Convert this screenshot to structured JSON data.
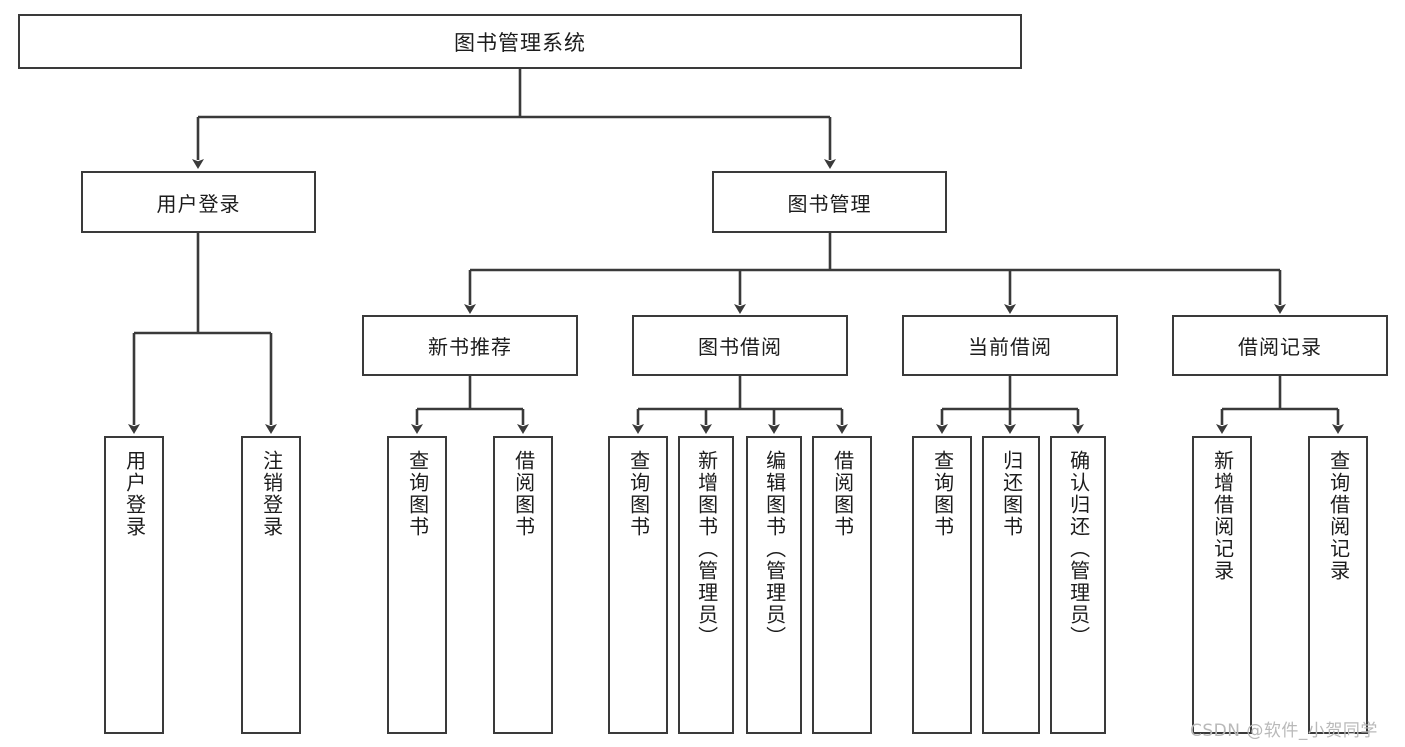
{
  "diagram": {
    "title": "图书管理系统",
    "type": "tree-hierarchy-chart",
    "watermark": "CSDN @软件_小贺同学",
    "colors": {
      "stroke": "#3a3a3a",
      "fill": "#ffffff",
      "text": "#1c1c1c",
      "watermark": "#b9b9b9"
    },
    "root": {
      "label": "图书管理系统"
    },
    "level2": [
      {
        "id": "user-login",
        "label": "用户登录"
      },
      {
        "id": "book-manage",
        "label": "图书管理"
      }
    ],
    "level3": [
      {
        "id": "new-book-rec",
        "label": "新书推荐"
      },
      {
        "id": "book-borrow",
        "label": "图书借阅"
      },
      {
        "id": "current-borrow",
        "label": "当前借阅"
      },
      {
        "id": "borrow-record",
        "label": "借阅记录"
      }
    ],
    "leaves": {
      "user-login": [
        {
          "id": "leaf-user-login",
          "label": "用户登录"
        },
        {
          "id": "leaf-logout-login",
          "label": "注销登录"
        }
      ],
      "new-book-rec": [
        {
          "id": "leaf-query-book-1",
          "label": "查询图书"
        },
        {
          "id": "leaf-borrow-book-1",
          "label": "借阅图书"
        }
      ],
      "book-borrow": [
        {
          "id": "leaf-query-book-2",
          "label": "查询图书"
        },
        {
          "id": "leaf-add-book",
          "label": "新增图书（管理员）"
        },
        {
          "id": "leaf-edit-book",
          "label": "编辑图书（管理员）"
        },
        {
          "id": "leaf-borrow-book-2",
          "label": "借阅图书"
        }
      ],
      "current-borrow": [
        {
          "id": "leaf-query-book-3",
          "label": "查询图书"
        },
        {
          "id": "leaf-return-book",
          "label": "归还图书"
        },
        {
          "id": "leaf-confirm-return",
          "label": "确认归还（管理员）"
        }
      ],
      "borrow-record": [
        {
          "id": "leaf-add-record",
          "label": "新增借阅记录"
        },
        {
          "id": "leaf-query-record",
          "label": "查询借阅记录"
        }
      ]
    }
  }
}
